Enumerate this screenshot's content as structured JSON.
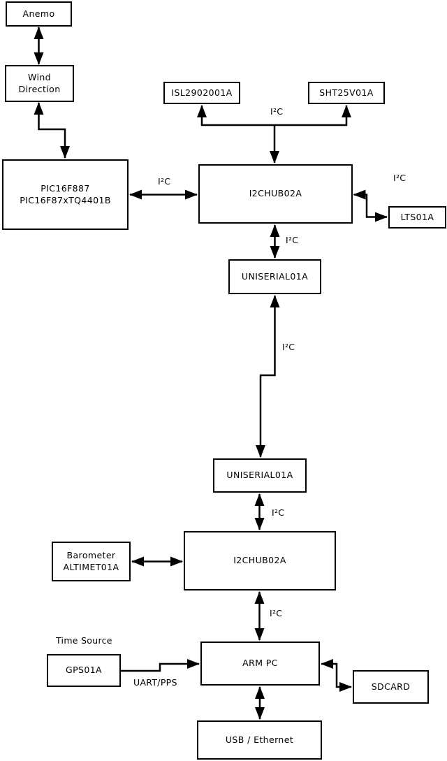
{
  "boxes": {
    "anemo": "Anemo",
    "wind_direction": "Wind\nDirection",
    "pic": "PIC16F887\nPIC16F87xTQ4401B",
    "isl": "ISL2902001A",
    "sht": "SHT25V01A",
    "hub_top": "I2CHUB02A",
    "lts": "LTS01A",
    "uniserial_top": "UNISERIAL01A",
    "uniserial_bottom": "UNISERIAL01A",
    "hub_bottom": "I2CHUB02A",
    "barometer": "Barometer\nALTIMET01A",
    "arm_pc": "ARM PC",
    "gps": "GPS01A",
    "sdcard": "SDCARD",
    "usb_ethernet": "USB / Ethernet"
  },
  "labels": {
    "i2c": "I²C",
    "time_source": "Time Source",
    "uart_pps": "UART/PPS"
  },
  "colors": {
    "line": "#000000",
    "background": "#ffffff",
    "text": "#000000"
  },
  "connections": [
    {
      "from": "Anemo",
      "to": "Wind Direction",
      "bidirectional": true,
      "label": ""
    },
    {
      "from": "Wind Direction",
      "to": "PIC16F887 PIC16F87xTQ4401B",
      "bidirectional": true,
      "label": ""
    },
    {
      "from": "PIC16F887 PIC16F87xTQ4401B",
      "to": "I2CHUB02A (top)",
      "bidirectional": true,
      "label": "I²C"
    },
    {
      "from": "I2CHUB02A (top)",
      "to": "ISL2902001A",
      "bidirectional": false,
      "label": "I²C"
    },
    {
      "from": "I2CHUB02A (top)",
      "to": "SHT25V01A",
      "bidirectional": false,
      "label": "I²C"
    },
    {
      "from": "I2CHUB02A (top)",
      "to": "LTS01A",
      "bidirectional": true,
      "label": "I²C"
    },
    {
      "from": "I2CHUB02A (top)",
      "to": "UNISERIAL01A (top)",
      "bidirectional": true,
      "label": "I²C"
    },
    {
      "from": "UNISERIAL01A (top)",
      "to": "UNISERIAL01A (bottom)",
      "bidirectional": true,
      "label": "I²C"
    },
    {
      "from": "UNISERIAL01A (bottom)",
      "to": "I2CHUB02A (bottom)",
      "bidirectional": true,
      "label": "I²C"
    },
    {
      "from": "Barometer ALTIMET01A",
      "to": "I2CHUB02A (bottom)",
      "bidirectional": true,
      "label": "I²C"
    },
    {
      "from": "I2CHUB02A (bottom)",
      "to": "ARM PC",
      "bidirectional": true,
      "label": "I²C"
    },
    {
      "from": "GPS01A",
      "to": "ARM PC",
      "bidirectional": false,
      "label": "UART/PPS"
    },
    {
      "from": "ARM PC",
      "to": "SDCARD",
      "bidirectional": true,
      "label": ""
    },
    {
      "from": "ARM PC",
      "to": "USB / Ethernet",
      "bidirectional": true,
      "label": ""
    }
  ]
}
